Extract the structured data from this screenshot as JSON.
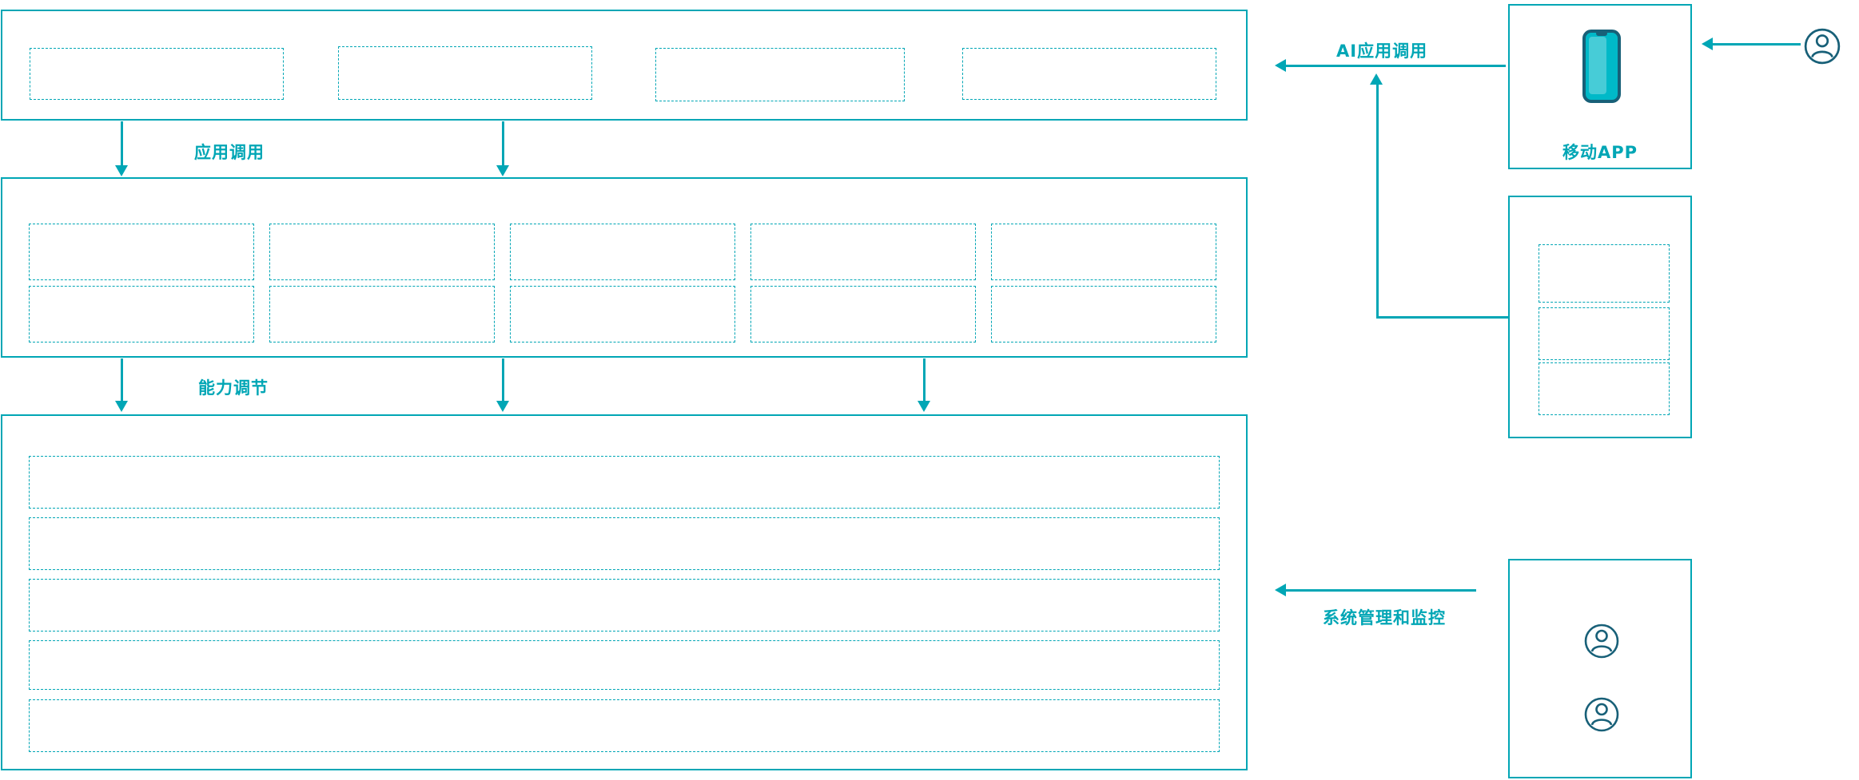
{
  "colors": {
    "accent": "#00a6b5",
    "icon_dark": "#186078",
    "phone_fill": "#00b9c8"
  },
  "flow_labels": {
    "app_call": "应用调用",
    "capability_adjust": "能力调节",
    "ai_app_call": "AI应用调用",
    "system_monitor": "系统管理和监控"
  },
  "right_panel": {
    "mobile_app_label": "移动APP"
  },
  "icons": {
    "phone": "smartphone-icon",
    "user": "user-icon"
  },
  "layers": {
    "top": {
      "placeholder_count": 4
    },
    "middle": {
      "rows": 2,
      "cols": 5
    },
    "bottom": {
      "row_count": 5
    }
  },
  "right_boxes": {
    "services_placeholder_count": 3,
    "admin_user_count": 2
  }
}
